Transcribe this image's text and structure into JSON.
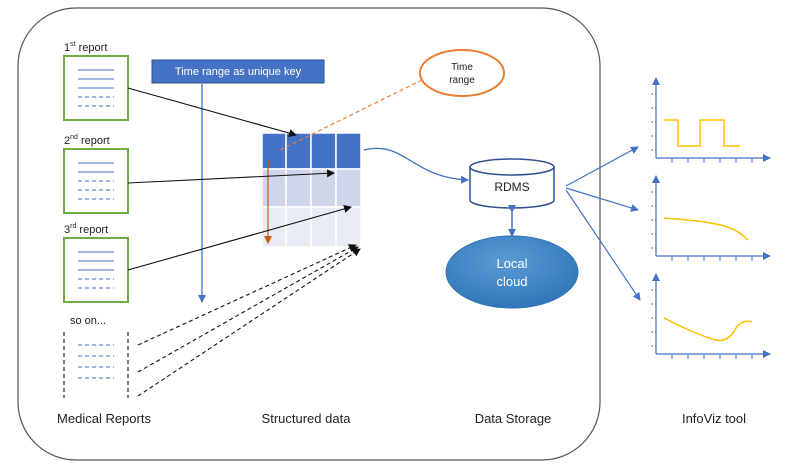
{
  "reports": [
    {
      "num": "1",
      "sup": "st",
      "word": " report"
    },
    {
      "num": "2",
      "sup": "nd",
      "word": " report"
    },
    {
      "num": "3",
      "sup": "rd",
      "word": " report"
    }
  ],
  "so_on": "so on...",
  "key_label": "Time range as unique key",
  "time_range": {
    "line1": "Time",
    "line2": "range"
  },
  "rdms_label": "RDMS",
  "cloud": {
    "line1": "Local",
    "line2": "cloud"
  },
  "sections": {
    "medical": "Medical Reports",
    "structured": "Structured data",
    "storage": "Data Storage",
    "infoviz": "InfoViz tool"
  },
  "colors": {
    "report_border": "#70ad47",
    "accent_blue": "#4472c4",
    "time_range_border": "#ed7d31",
    "chart_line": "#ffc000",
    "cloud": "#2e75b6"
  }
}
